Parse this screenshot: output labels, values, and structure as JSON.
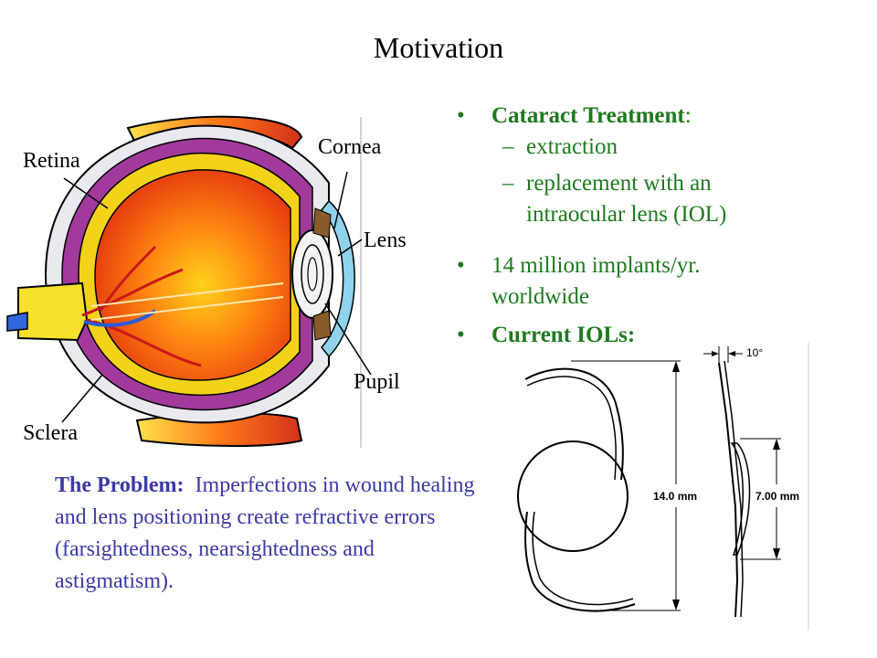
{
  "slide": {
    "title": "Motivation"
  },
  "bullets": {
    "cataract": {
      "label": "Cataract Treatment",
      "colon": ":",
      "subs": [
        "extraction",
        "replacement with an",
        "intraocular lens (IOL)"
      ]
    },
    "implants": {
      "line1": "14 million implants/yr.",
      "line2": "worldwide"
    },
    "current": {
      "label": "Current IOLs:"
    }
  },
  "eye_labels": {
    "retina": "Retina",
    "cornea": "Cornea",
    "lens": "Lens",
    "pupil": "Pupil",
    "sclera": "Sclera"
  },
  "iol_diagram": {
    "angle": "10°",
    "length": "14.0 mm",
    "optic": "7.00 mm"
  },
  "problem": {
    "lead": "The Problem:",
    "text": "Imperfections in wound healing and lens positioning create refractive errors (farsightedness, nearsightedness and astigmatism)."
  },
  "colors": {
    "bullet_green": "#1e7a1e",
    "problem_blue": "#3a3aa8"
  }
}
